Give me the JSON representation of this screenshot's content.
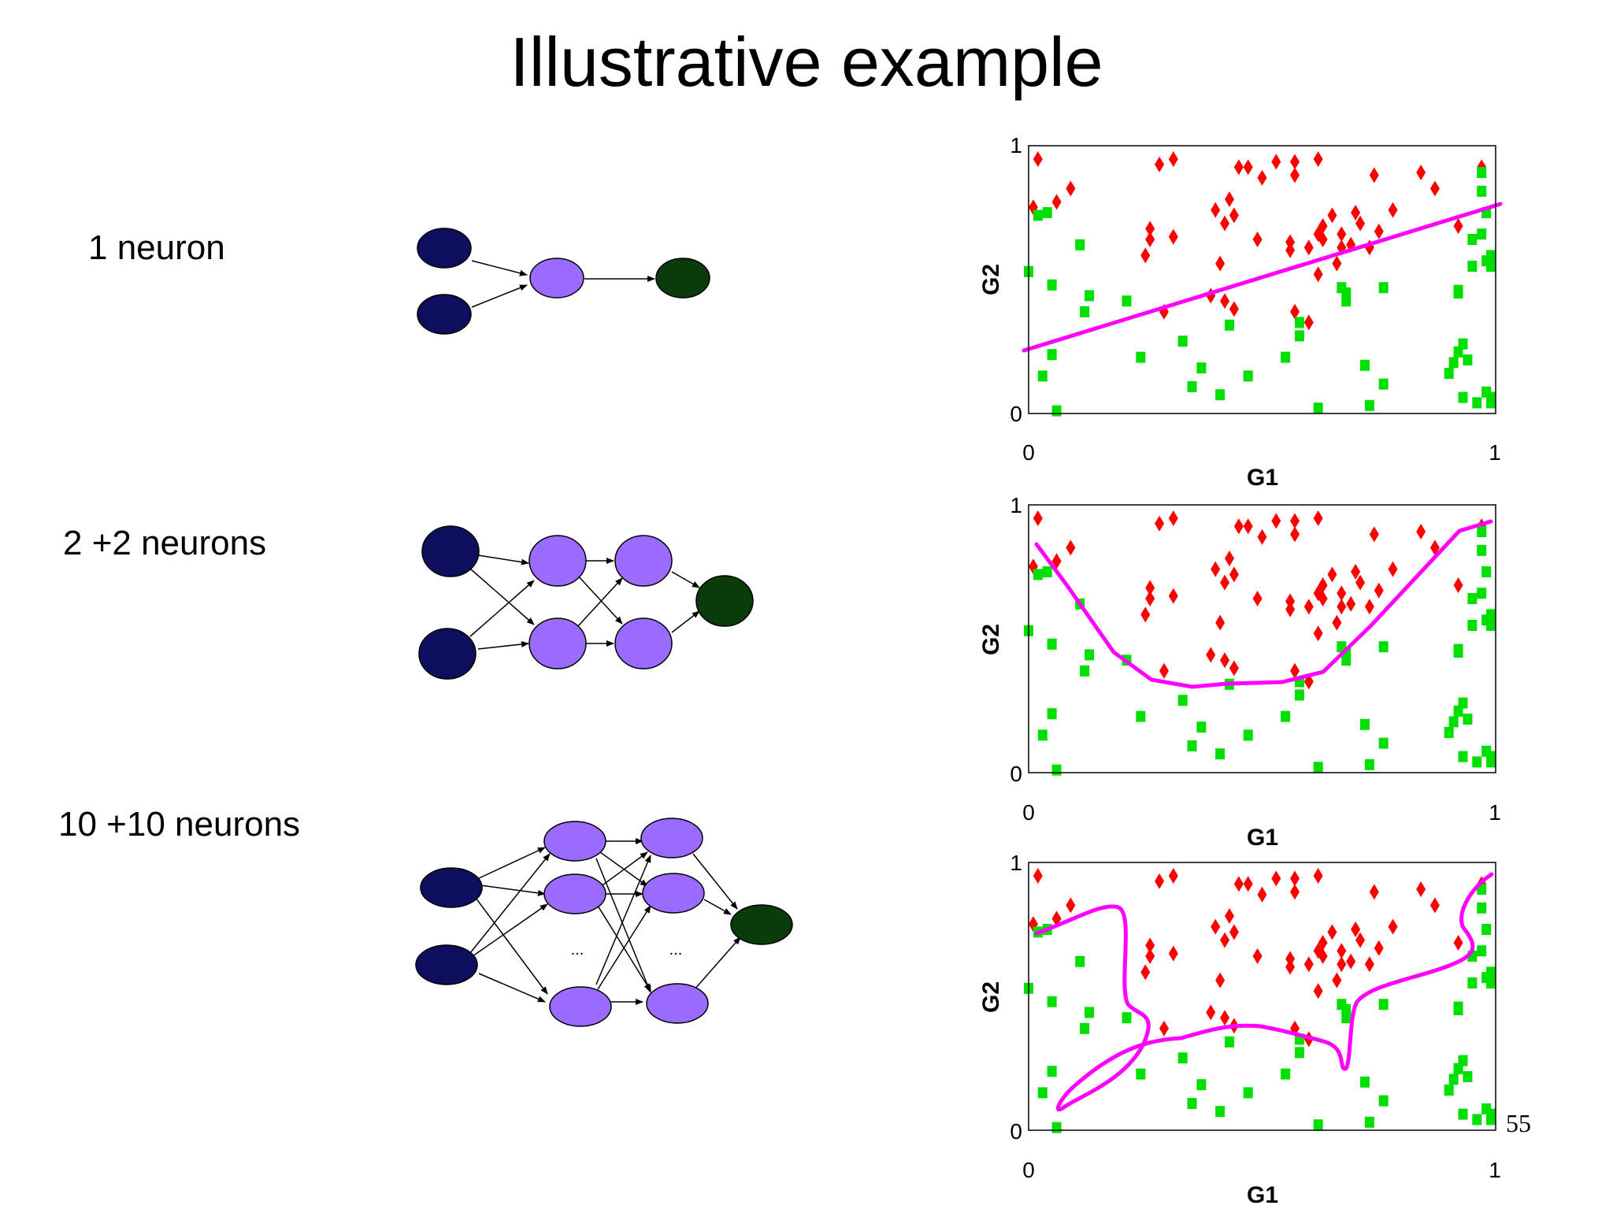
{
  "title": "Illustrative example",
  "rows": [
    {
      "label": "1 neuron"
    },
    {
      "label": "2 +2 neurons"
    },
    {
      "label": "10 +10 neurons"
    }
  ],
  "ellipsis": "...",
  "colors": {
    "input_node": "#0d0f5e",
    "hidden_node": "#9b6bff",
    "output_node": "#0b3a0b",
    "red_class": "#ff0000",
    "green_class": "#00e000",
    "boundary": "#ff00ff"
  },
  "plots": [
    {
      "xlabel": "G1",
      "ylabel": "G2",
      "x_ticks": [
        "0",
        "1"
      ],
      "y_ticks": [
        "0",
        "1"
      ]
    },
    {
      "xlabel": "G1",
      "ylabel": "G2",
      "x_ticks": [
        "0",
        "1"
      ],
      "y_ticks": [
        "0",
        "1"
      ]
    },
    {
      "xlabel": "G1",
      "ylabel": "G2",
      "x_ticks": [
        "0",
        "1"
      ],
      "y_ticks": [
        "0",
        "1"
      ]
    }
  ],
  "points": {
    "red": [
      [
        0.02,
        0.95
      ],
      [
        0.01,
        0.77
      ],
      [
        0.06,
        0.79
      ],
      [
        0.09,
        0.84
      ],
      [
        0.28,
        0.93
      ],
      [
        0.31,
        0.95
      ],
      [
        0.45,
        0.92
      ],
      [
        0.47,
        0.92
      ],
      [
        0.5,
        0.88
      ],
      [
        0.53,
        0.94
      ],
      [
        0.57,
        0.94
      ],
      [
        0.57,
        0.89
      ],
      [
        0.62,
        0.95
      ],
      [
        0.74,
        0.89
      ],
      [
        0.84,
        0.9
      ],
      [
        0.87,
        0.84
      ],
      [
        0.97,
        0.92
      ],
      [
        0.26,
        0.69
      ],
      [
        0.26,
        0.65
      ],
      [
        0.25,
        0.59
      ],
      [
        0.31,
        0.66
      ],
      [
        0.4,
        0.76
      ],
      [
        0.43,
        0.8
      ],
      [
        0.42,
        0.71
      ],
      [
        0.44,
        0.74
      ],
      [
        0.41,
        0.56
      ],
      [
        0.49,
        0.65
      ],
      [
        0.56,
        0.64
      ],
      [
        0.56,
        0.61
      ],
      [
        0.6,
        0.62
      ],
      [
        0.62,
        0.67
      ],
      [
        0.63,
        0.7
      ],
      [
        0.65,
        0.74
      ],
      [
        0.67,
        0.67
      ],
      [
        0.7,
        0.75
      ],
      [
        0.71,
        0.71
      ],
      [
        0.69,
        0.63
      ],
      [
        0.67,
        0.62
      ],
      [
        0.63,
        0.65
      ],
      [
        0.73,
        0.62
      ],
      [
        0.75,
        0.68
      ],
      [
        0.78,
        0.76
      ],
      [
        0.92,
        0.7
      ],
      [
        0.66,
        0.56
      ],
      [
        0.62,
        0.52
      ],
      [
        0.39,
        0.44
      ],
      [
        0.42,
        0.42
      ],
      [
        0.44,
        0.39
      ],
      [
        0.57,
        0.38
      ],
      [
        0.6,
        0.34
      ],
      [
        0.29,
        0.38
      ]
    ],
    "green": [
      [
        0.02,
        0.74
      ],
      [
        0.04,
        0.75
      ],
      [
        0.0,
        0.53
      ],
      [
        0.05,
        0.48
      ],
      [
        0.11,
        0.63
      ],
      [
        0.13,
        0.44
      ],
      [
        0.12,
        0.38
      ],
      [
        0.21,
        0.42
      ],
      [
        0.03,
        0.14
      ],
      [
        0.05,
        0.22
      ],
      [
        0.06,
        0.01
      ],
      [
        0.24,
        0.21
      ],
      [
        0.33,
        0.27
      ],
      [
        0.35,
        0.1
      ],
      [
        0.37,
        0.17
      ],
      [
        0.41,
        0.07
      ],
      [
        0.43,
        0.33
      ],
      [
        0.47,
        0.14
      ],
      [
        0.55,
        0.21
      ],
      [
        0.58,
        0.34
      ],
      [
        0.58,
        0.29
      ],
      [
        0.62,
        0.02
      ],
      [
        0.67,
        0.47
      ],
      [
        0.68,
        0.42
      ],
      [
        0.68,
        0.45
      ],
      [
        0.72,
        0.18
      ],
      [
        0.76,
        0.47
      ],
      [
        0.76,
        0.11
      ],
      [
        0.73,
        0.03
      ],
      [
        0.92,
        0.46
      ],
      [
        0.92,
        0.45
      ],
      [
        0.9,
        0.15
      ],
      [
        0.91,
        0.19
      ],
      [
        0.92,
        0.23
      ],
      [
        0.93,
        0.26
      ],
      [
        0.94,
        0.2
      ],
      [
        0.93,
        0.06
      ],
      [
        0.96,
        0.04
      ],
      [
        0.98,
        0.08
      ],
      [
        0.99,
        0.06
      ],
      [
        0.99,
        0.04
      ],
      [
        0.95,
        0.65
      ],
      [
        0.95,
        0.55
      ],
      [
        0.97,
        0.67
      ],
      [
        0.98,
        0.57
      ],
      [
        0.99,
        0.55
      ],
      [
        0.99,
        0.59
      ],
      [
        0.98,
        0.75
      ],
      [
        0.97,
        0.83
      ],
      [
        0.97,
        0.9
      ],
      [
        0.99,
        0.55
      ]
    ]
  }
}
